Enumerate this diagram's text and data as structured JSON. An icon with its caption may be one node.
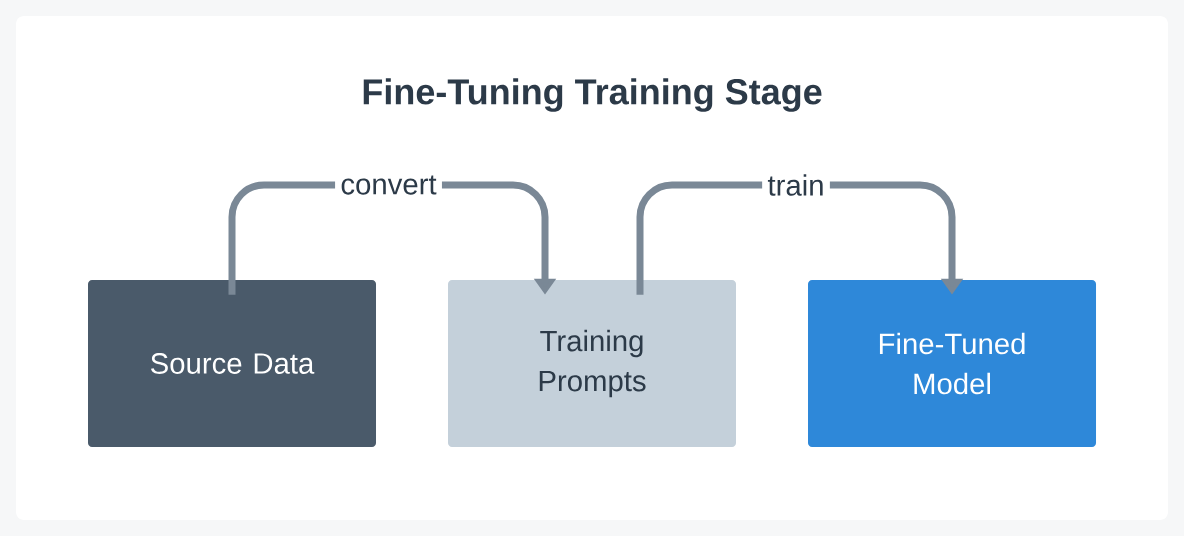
{
  "diagram": {
    "title": "Fine-Tuning Training Stage",
    "nodes": [
      {
        "text": [
          "Source Data"
        ]
      },
      {
        "text": [
          "Training Prompts"
        ]
      },
      {
        "text": [
          "Fine-Tuned Model"
        ]
      }
    ],
    "edges": [
      {
        "from": 0,
        "to": 1,
        "arrow": "to",
        "label": "convert"
      },
      {
        "from": 1,
        "to": 2,
        "arrow": "to",
        "label": "train"
      }
    ]
  }
}
